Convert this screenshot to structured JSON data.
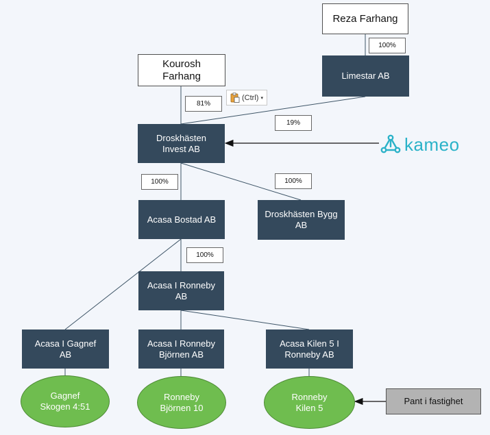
{
  "diagram": {
    "nodes": {
      "reza": "Reza Farhang",
      "kourosh": "Kourosh\nFarhang",
      "limestar": "Limestar AB",
      "droskhasten_invest": "Droskhästen\nInvest AB",
      "acasa_bostad": "Acasa Bostad AB",
      "droskhasten_bygg": "Droskhästen Bygg\nAB",
      "acasa_ronneby": "Acasa I Ronneby\nAB",
      "acasa_gagnef": "Acasa I Gagnef\nAB",
      "acasa_ronneby_bjornen": "Acasa I Ronneby\nBjörnen AB",
      "acasa_kilen": "Acasa Kilen 5 I\nRonneby AB",
      "gagnef_skogen": "Gagnef\nSkogen 4:51",
      "ronneby_bjornen": "Ronneby\nBjörnen 10",
      "ronneby_kilen": "Ronneby\nKilen 5",
      "pant": "Pant i fastighet"
    },
    "ownership": {
      "reza_limestar": "100%",
      "kourosh_invest": "81%",
      "limestar_invest": "19%",
      "invest_bostad": "100%",
      "invest_bygg": "100%",
      "bostad_ronneby": "100%"
    },
    "paste_options_label": "(Ctrl)",
    "logo_text": "kameo"
  },
  "colors": {
    "company": "#34495c",
    "property": "#6fbd4f",
    "pledge": "#b3b3b3",
    "logo": "#2bb2c8"
  }
}
